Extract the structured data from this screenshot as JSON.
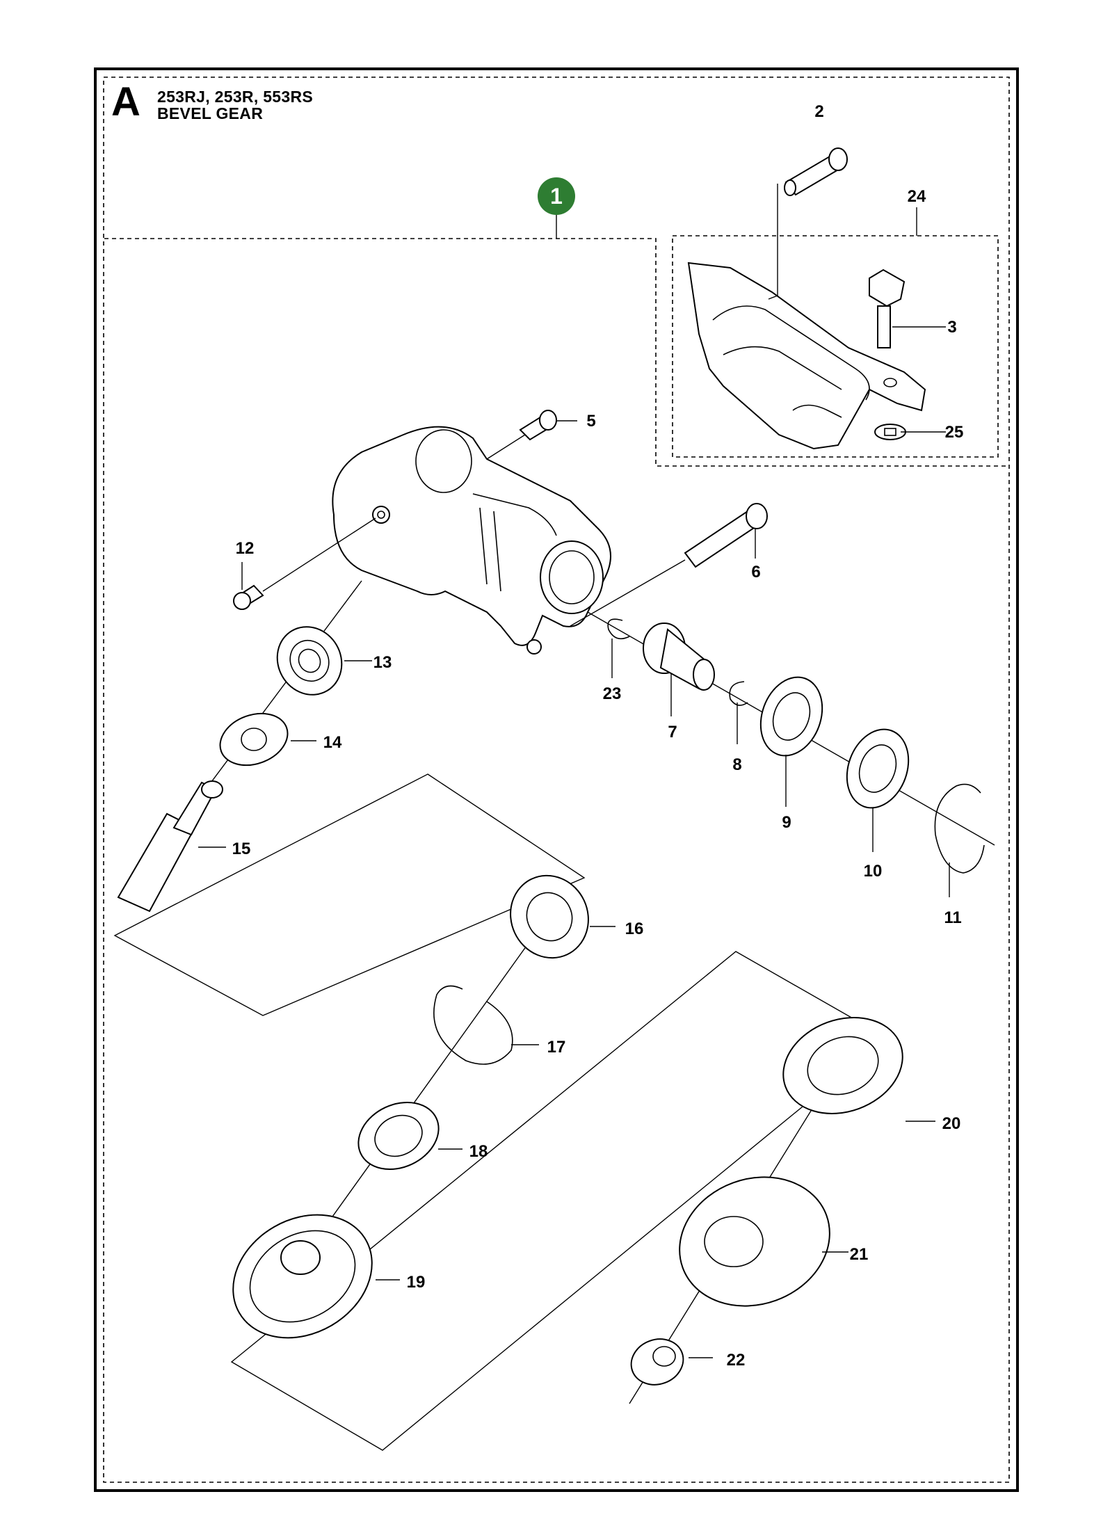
{
  "header": {
    "section_letter": "A",
    "models": "253RJ, 253R, 553RS",
    "title": "BEVEL GEAR"
  },
  "assembly_callout": "1",
  "colors": {
    "callout_badge": "#2e7d32",
    "line": "#000000",
    "background": "#ffffff"
  },
  "part_numbers": [
    "2",
    "3",
    "5",
    "6",
    "7",
    "8",
    "9",
    "10",
    "11",
    "12",
    "13",
    "14",
    "15",
    "16",
    "17",
    "18",
    "19",
    "20",
    "21",
    "22",
    "23",
    "24",
    "25"
  ]
}
